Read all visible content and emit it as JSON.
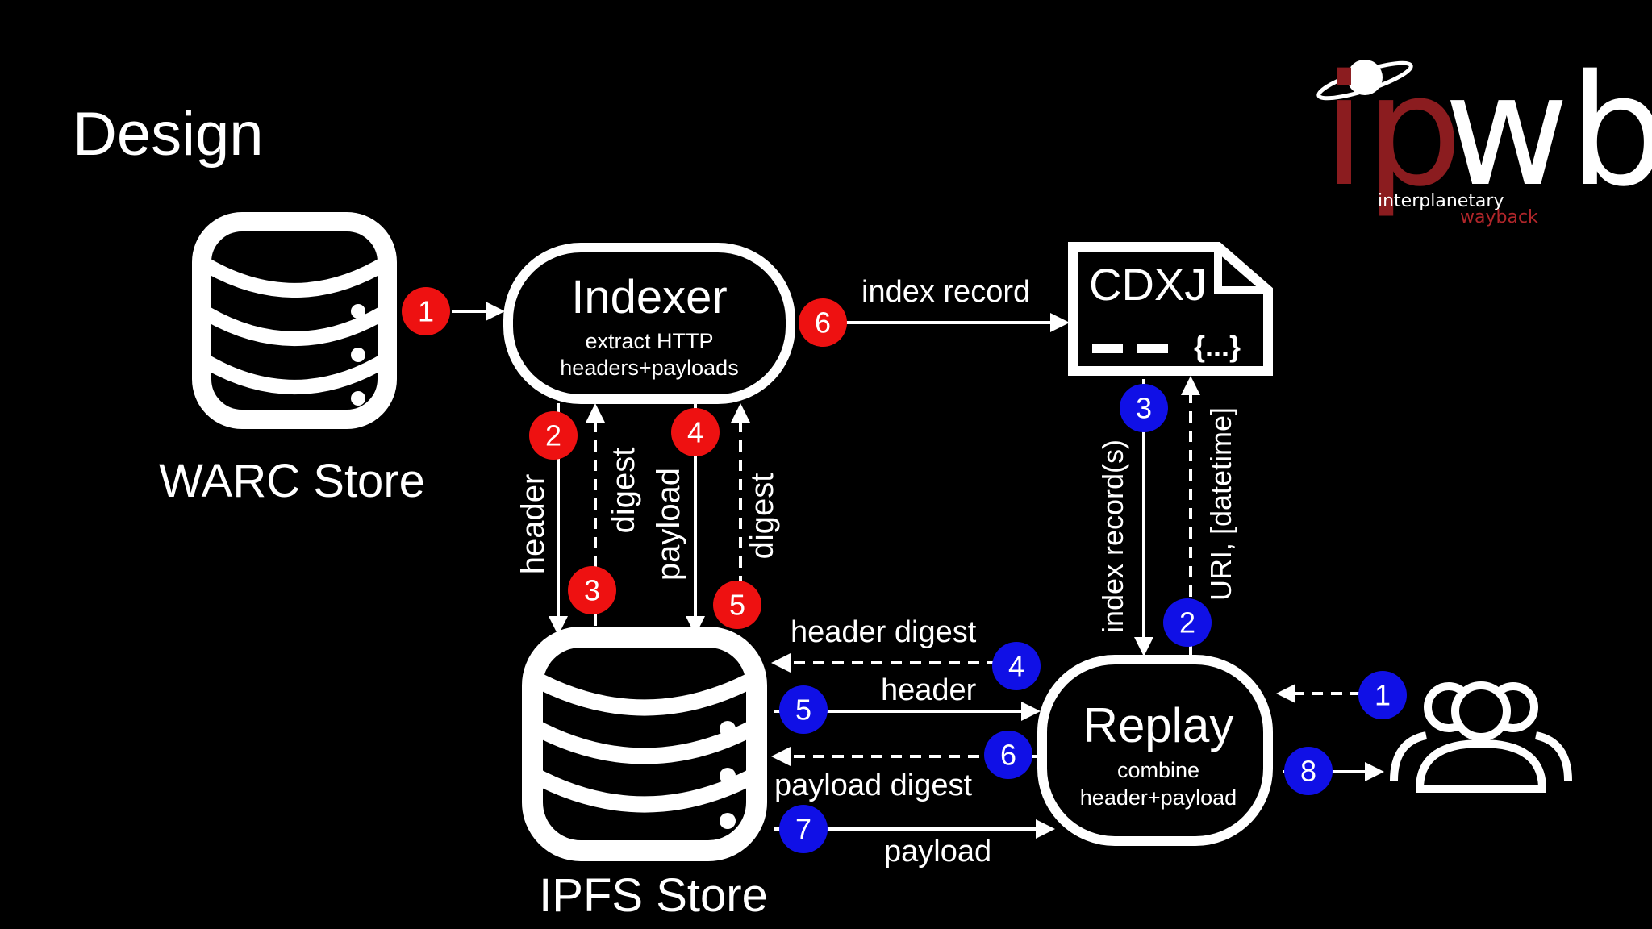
{
  "slide_title": "Design",
  "logo": {
    "letters_ip": "ip",
    "letters_wb": "wb",
    "word1": "interplanetary",
    "word2": "wayback",
    "colors": {
      "ip": "#8b1c1f",
      "wb": "#ffffff",
      "wayback": "#b0262a"
    }
  },
  "nodes": {
    "warc": {
      "label": "WARC Store",
      "icon": "database-icon"
    },
    "indexer": {
      "title": "Indexer",
      "line1": "extract HTTP",
      "line2": "headers+payloads"
    },
    "cdxj": {
      "title": "CDXJ",
      "snippet": "{...}",
      "icon": "document-icon"
    },
    "ipfs": {
      "label": "IPFS Store",
      "icon": "database-icon"
    },
    "replay": {
      "title": "Replay",
      "line1": "combine",
      "line2": "header+payload"
    },
    "users": {
      "icon": "users-icon"
    }
  },
  "edge_labels": {
    "index_record": "index record",
    "header": "header",
    "digest_a": "digest",
    "payload": "payload",
    "digest_b": "digest",
    "index_records": "index record(s)",
    "uri_datetime": "URI, [datetime]",
    "header_digest": "header digest",
    "header_out": "header",
    "payload_digest": "payload digest",
    "payload_out": "payload"
  },
  "badges": {
    "r1": "1",
    "r2": "2",
    "r3": "3",
    "r4": "4",
    "r5": "5",
    "r6": "6",
    "b1": "1",
    "b2": "2",
    "b3": "3",
    "b4": "4",
    "b5": "5",
    "b6": "6",
    "b7": "7",
    "b8": "8"
  },
  "colors": {
    "background": "#000000",
    "index_step": "#ee1111",
    "replay_step": "#1010e6",
    "foreground": "#ffffff"
  }
}
